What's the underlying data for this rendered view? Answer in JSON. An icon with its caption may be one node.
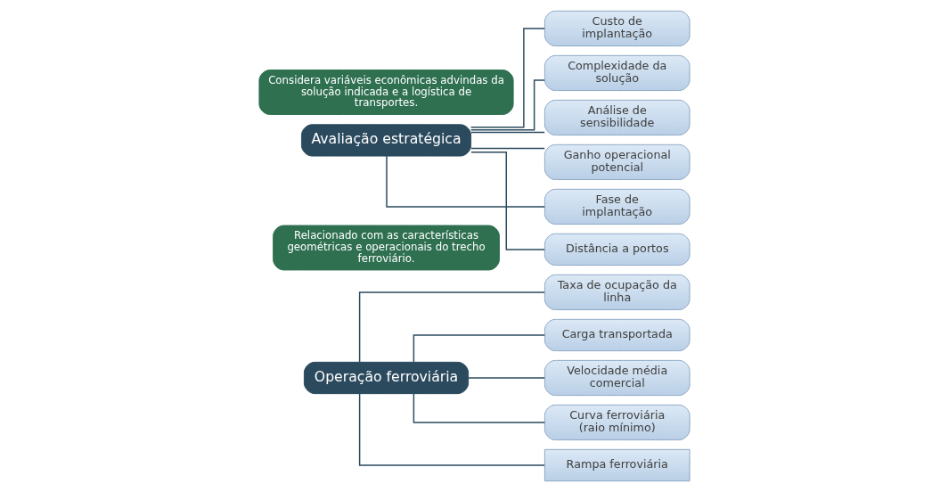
{
  "diagram": {
    "nodes": [
      {
        "text": [
          "Operação ferroviária"
        ]
      },
      {
        "text": [
          "Taxa de ocupação da linha"
        ]
      },
      {
        "text": [
          "Carga transportada"
        ]
      },
      {
        "text": [
          "Velocidade média comercial"
        ]
      },
      {
        "text": [
          "Curva ferroviária (raio mínimo)"
        ]
      },
      {
        "text": [
          "Rampa ferroviária"
        ]
      },
      {
        "text": [
          "Relacionado com as características geométricas e operacionais do trecho ferroviário."
        ]
      },
      {
        "text": [
          "Avaliação estratégica"
        ]
      },
      {
        "text": [
          "Custo de implantação"
        ]
      },
      {
        "text": [
          "Complexidade da solução"
        ]
      },
      {
        "text": [
          "Análise de sensibilidade"
        ]
      },
      {
        "text": [
          "Ganho operacional potencial"
        ]
      },
      {
        "text": [
          "Fase de implantação"
        ]
      },
      {
        "text": [
          "Distância a portos"
        ]
      },
      {
        "text": [
          "Considera variáveis econômicas advindas da solução indicada e a logística de transportes."
        ]
      }
    ],
    "edges": [
      {
        "from": 0,
        "to": 1,
        "arrow": "none"
      },
      {
        "from": 0,
        "to": 2,
        "arrow": "none"
      },
      {
        "from": 0,
        "to": 3,
        "arrow": "none"
      },
      {
        "from": 0,
        "to": 4,
        "arrow": "none"
      },
      {
        "from": 0,
        "to": 5,
        "arrow": "none"
      },
      {
        "from": 7,
        "to": 8,
        "arrow": "none"
      },
      {
        "from": 7,
        "to": 9,
        "arrow": "none"
      },
      {
        "from": 7,
        "to": 10,
        "arrow": "none"
      },
      {
        "from": 7,
        "to": 11,
        "arrow": "none"
      },
      {
        "from": 7,
        "to": 12,
        "arrow": "none"
      },
      {
        "from": 7,
        "to": 13,
        "arrow": "none"
      }
    ]
  }
}
